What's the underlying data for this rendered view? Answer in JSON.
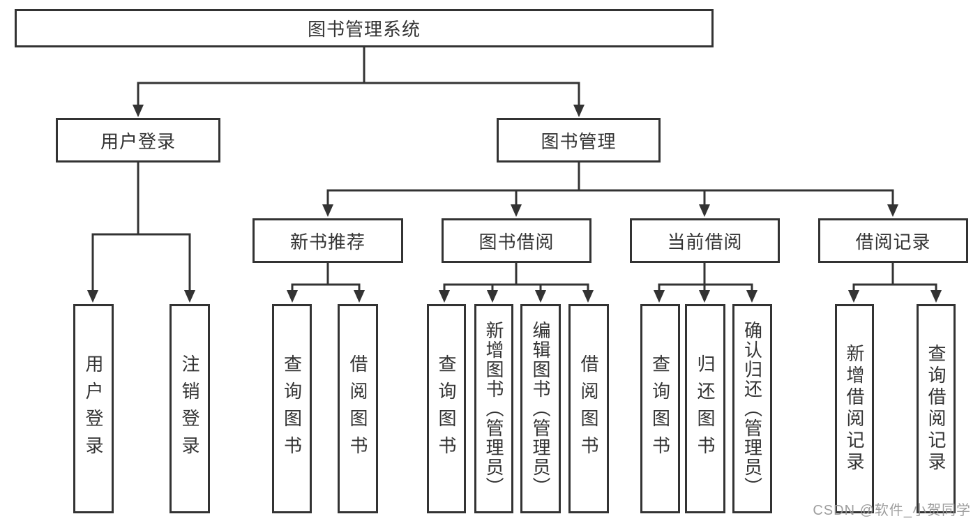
{
  "diagram": {
    "type": "hierarchy-chart",
    "nodes": {
      "root": "图书管理系统",
      "user_login": "用户登录",
      "book_mgmt": "图书管理",
      "new_book_rec": "新书推荐",
      "book_borrow": "图书借阅",
      "current_borrow": "当前借阅",
      "borrow_records": "借阅记录",
      "leaf_user_login": "用户登录",
      "leaf_logout": "注销登录",
      "leaf_query_book_a": "查询图书",
      "leaf_borrow_book_a": "借阅图书",
      "leaf_query_book_b": "查询图书",
      "leaf_add_book": "新增图书（管理员）",
      "leaf_edit_book": "编辑图书（管理员）",
      "leaf_borrow_book_b": "借阅图书",
      "leaf_query_book_c": "查询图书",
      "leaf_return_book": "归还图书",
      "leaf_confirm_return": "确认归还（管理员）",
      "leaf_add_record": "新增借阅记录",
      "leaf_query_record": "查询借阅记录"
    },
    "structure": {
      "图书管理系统": {
        "用户登录": [
          "用户登录",
          "注销登录"
        ],
        "图书管理": {
          "新书推荐": [
            "查询图书",
            "借阅图书"
          ],
          "图书借阅": [
            "查询图书",
            "新增图书（管理员）",
            "编辑图书（管理员）",
            "借阅图书"
          ],
          "当前借阅": [
            "查询图书",
            "归还图书",
            "确认归还（管理员）"
          ],
          "借阅记录": [
            "新增借阅记录",
            "查询借阅记录"
          ]
        }
      }
    }
  },
  "watermark": "CSDN @软件_小贺同学",
  "colors": {
    "line": "#333333",
    "text": "#333333",
    "background": "#ffffff",
    "watermark": "#969696"
  }
}
